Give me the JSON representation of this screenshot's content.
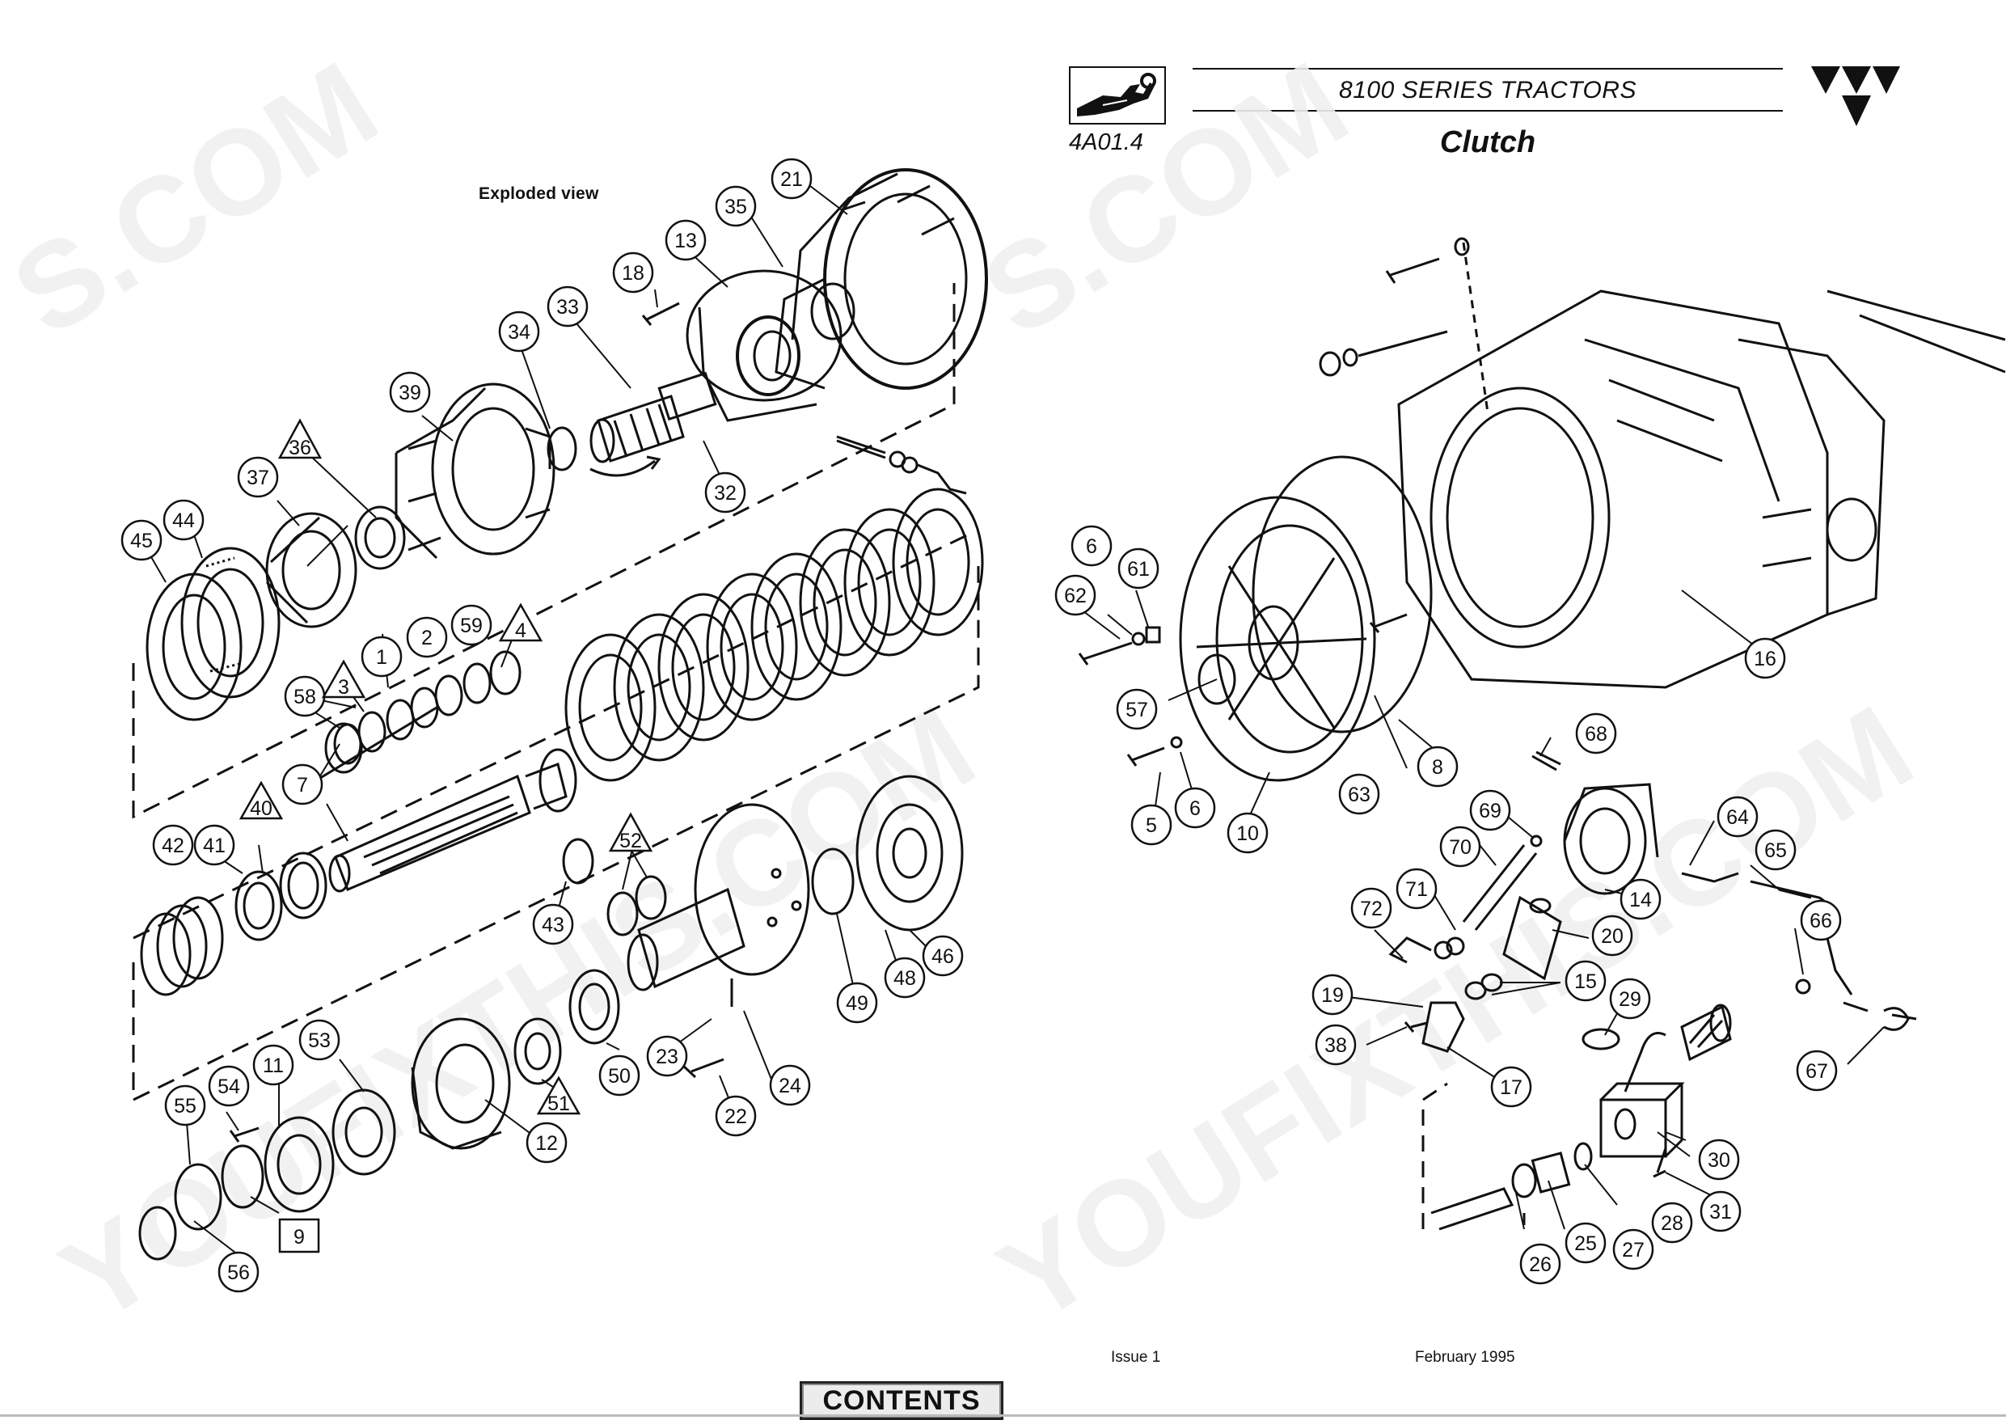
{
  "header": {
    "page_ref": "4A01.4",
    "series_title": "8100 SERIES TRACTORS",
    "section_title": "Clutch",
    "logo_icon": "wrench-hand-icon",
    "brand_logo_icon": "triple-triangle-logo-icon"
  },
  "figure": {
    "caption": "Exploded view",
    "left_callouts": [
      "21",
      "35",
      "13",
      "18",
      "33",
      "34",
      "39",
      "36",
      "37",
      "32",
      "44",
      "45",
      "2",
      "59",
      "4",
      "1",
      "3",
      "58",
      "7",
      "40",
      "41",
      "42",
      "52",
      "43",
      "46",
      "48",
      "49",
      "50",
      "23",
      "24",
      "22",
      "53",
      "11",
      "54",
      "55",
      "12",
      "51",
      "9",
      "56"
    ],
    "right_callouts": [
      "6",
      "61",
      "62",
      "57",
      "5",
      "6",
      "10",
      "63",
      "8",
      "16",
      "68",
      "69",
      "70",
      "64",
      "65",
      "71",
      "72",
      "14",
      "20",
      "66",
      "19",
      "15",
      "29",
      "38",
      "17",
      "67",
      "30",
      "28",
      "31",
      "25",
      "27",
      "26"
    ],
    "watermark": "YOUFIXTHIS.COM"
  },
  "footer": {
    "issue": "Issue 1",
    "date": "February 1995",
    "contents_button": "CONTENTS"
  }
}
